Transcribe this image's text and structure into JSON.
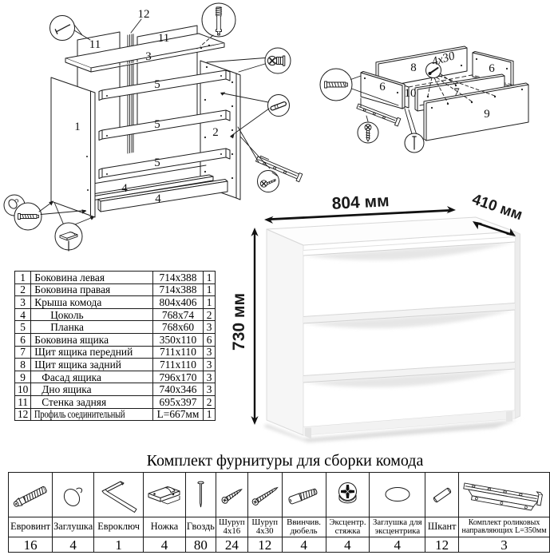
{
  "diagrams": {
    "frame": {
      "label_1": "1",
      "label_2": "2",
      "label_3": "3",
      "label_4": "4",
      "label_5": "5",
      "label_11": "11",
      "label_12": "12"
    },
    "drawer": {
      "label_6": "6",
      "label_7": "7",
      "label_8": "8",
      "label_9": "9",
      "label_10": "10",
      "screw_note": "4x30"
    }
  },
  "dimensions": {
    "width": "804 мм",
    "depth": "410 мм",
    "height": "730 мм"
  },
  "parts_table": {
    "rows": [
      {
        "num": "1",
        "name": "Боковина левая",
        "size": "714x388",
        "qty": "1"
      },
      {
        "num": "2",
        "name": "Боковина правая",
        "size": "714x388",
        "qty": "1"
      },
      {
        "num": "3",
        "name": "Крыша комода",
        "size": "804x406",
        "qty": "1"
      },
      {
        "num": "4",
        "name": "Цоколь",
        "size": "768x74",
        "qty": "2"
      },
      {
        "num": "5",
        "name": "Планка",
        "size": "768x60",
        "qty": "3"
      },
      {
        "num": "6",
        "name": "Боковина ящика",
        "size": "350x110",
        "qty": "6"
      },
      {
        "num": "7",
        "name": "Щит ящика передний",
        "size": "711x110",
        "qty": "3"
      },
      {
        "num": "8",
        "name": "Щит ящика задний",
        "size": "711x110",
        "qty": "3"
      },
      {
        "num": "9",
        "name": "Фасад ящика",
        "size": "796x170",
        "qty": "3"
      },
      {
        "num": "10",
        "name": "Дно ящика",
        "size": "740x346",
        "qty": "3"
      },
      {
        "num": "11",
        "name": "Стенка задняя",
        "size": "695x397",
        "qty": "2"
      },
      {
        "num": "12",
        "name": "Профиль соединительный",
        "size": "L=667мм",
        "qty": "1"
      }
    ]
  },
  "kit": {
    "title": "Комплект фурнитуры для сборки комода",
    "items": [
      {
        "name": "Евровинт",
        "qty": "16",
        "icon": "euro-screw"
      },
      {
        "name": "Заглушка",
        "qty": "4",
        "icon": "plug-cap"
      },
      {
        "name": "Евроключ",
        "qty": "1",
        "icon": "hex-key"
      },
      {
        "name": "Ножка",
        "qty": "4",
        "icon": "foot"
      },
      {
        "name": "Гвоздь",
        "qty": "80",
        "icon": "nail"
      },
      {
        "name": "Шуруп 4x16",
        "qty": "24",
        "icon": "screw-small"
      },
      {
        "name": "Шуруп 4x30",
        "qty": "12",
        "icon": "screw-large"
      },
      {
        "name": "Ввинчив. дюбель",
        "qty": "4",
        "icon": "screw-in-dowel"
      },
      {
        "name": "Эксцентр. стяжка",
        "qty": "4",
        "icon": "cam-lock"
      },
      {
        "name": "Заглушка для эксцентрика",
        "qty": "4",
        "icon": "cam-cap"
      },
      {
        "name": "Шкант",
        "qty": "12",
        "icon": "dowel-pin"
      },
      {
        "name": "Комплект роликовых направляющих L=350мм",
        "qty": "3",
        "icon": "roller-guides"
      }
    ]
  }
}
